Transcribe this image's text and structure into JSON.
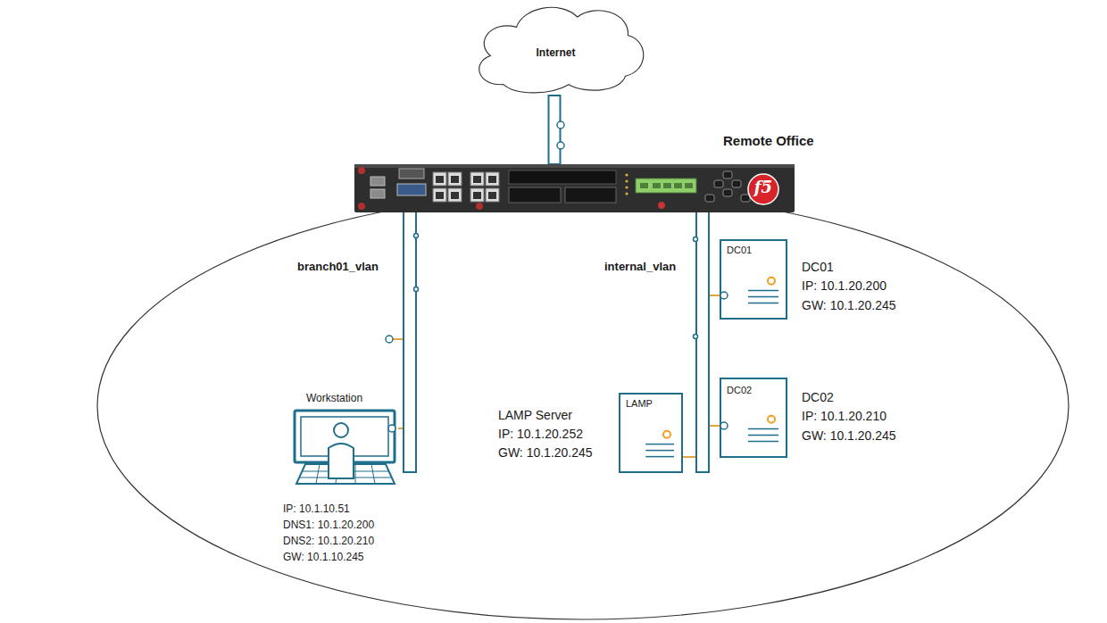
{
  "diagram": {
    "nodes": [
      {
        "text": [
          "Internet"
        ]
      },
      {
        "text": [
          "Remote Office"
        ]
      },
      {
        "text": [
          "f5"
        ]
      },
      {
        "text": [
          "branch01_vlan"
        ],
        "in": 1
      },
      {
        "text": [
          "internal_vlan"
        ],
        "in": 1
      },
      {
        "text": [
          "DC01",
          "DC01",
          "IP: 10.1.20.200",
          "GW: 10.1.20.245"
        ],
        "in": 1
      },
      {
        "text": [
          "DC02",
          "DC02",
          "IP: 10.1.20.210",
          "GW: 10.1.20.245"
        ],
        "in": 1
      },
      {
        "text": [
          "LAMP",
          "LAMP Server",
          "IP: 10.1.20.252",
          "GW: 10.1.20.245"
        ],
        "in": 1
      },
      {
        "text": [
          "Workstation",
          "IP: 10.1.10.51",
          "DNS1: 10.1.20.200",
          "DNS2: 10.1.20.210",
          "GW: 10.1.10.245"
        ],
        "in": 1
      }
    ],
    "edges": [
      {
        "from": 0,
        "to": 2,
        "arrow": "none"
      },
      {
        "from": 8,
        "to": 3,
        "arrow": "none"
      },
      {
        "from": 5,
        "to": 4,
        "arrow": "none"
      },
      {
        "from": 6,
        "to": 4,
        "arrow": "none"
      },
      {
        "from": 7,
        "to": 4,
        "arrow": "none"
      }
    ]
  }
}
